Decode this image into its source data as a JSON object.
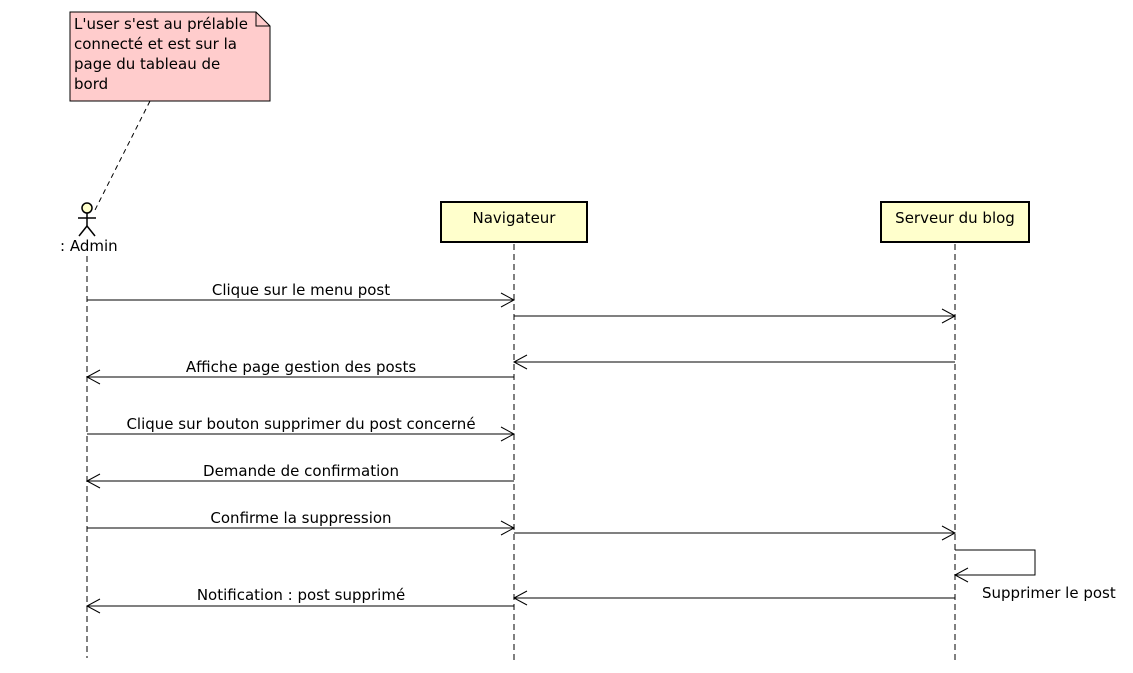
{
  "note": {
    "lines": [
      "L'user s'est au prélable",
      "connecté et est sur la",
      "page du tableau de",
      "bord"
    ]
  },
  "actor": {
    "label": ": Admin"
  },
  "participants": [
    {
      "label": "Navigateur"
    },
    {
      "label": "Serveur du blog"
    }
  ],
  "messages": [
    {
      "label": "Clique sur le menu post"
    },
    {
      "label": ""
    },
    {
      "label": ""
    },
    {
      "label": "Affiche page gestion des posts"
    },
    {
      "label": "Clique sur bouton supprimer du post concerné"
    },
    {
      "label": "Demande de confirmation"
    },
    {
      "label": "Confirme la suppression"
    },
    {
      "label": ""
    },
    {
      "label": "Supprimer le post"
    },
    {
      "label": ""
    },
    {
      "label": "Notification : post supprimé"
    }
  ],
  "colors": {
    "note_fill": "#ffcccc",
    "participant_fill": "#ffffcc",
    "line": "#000000"
  }
}
